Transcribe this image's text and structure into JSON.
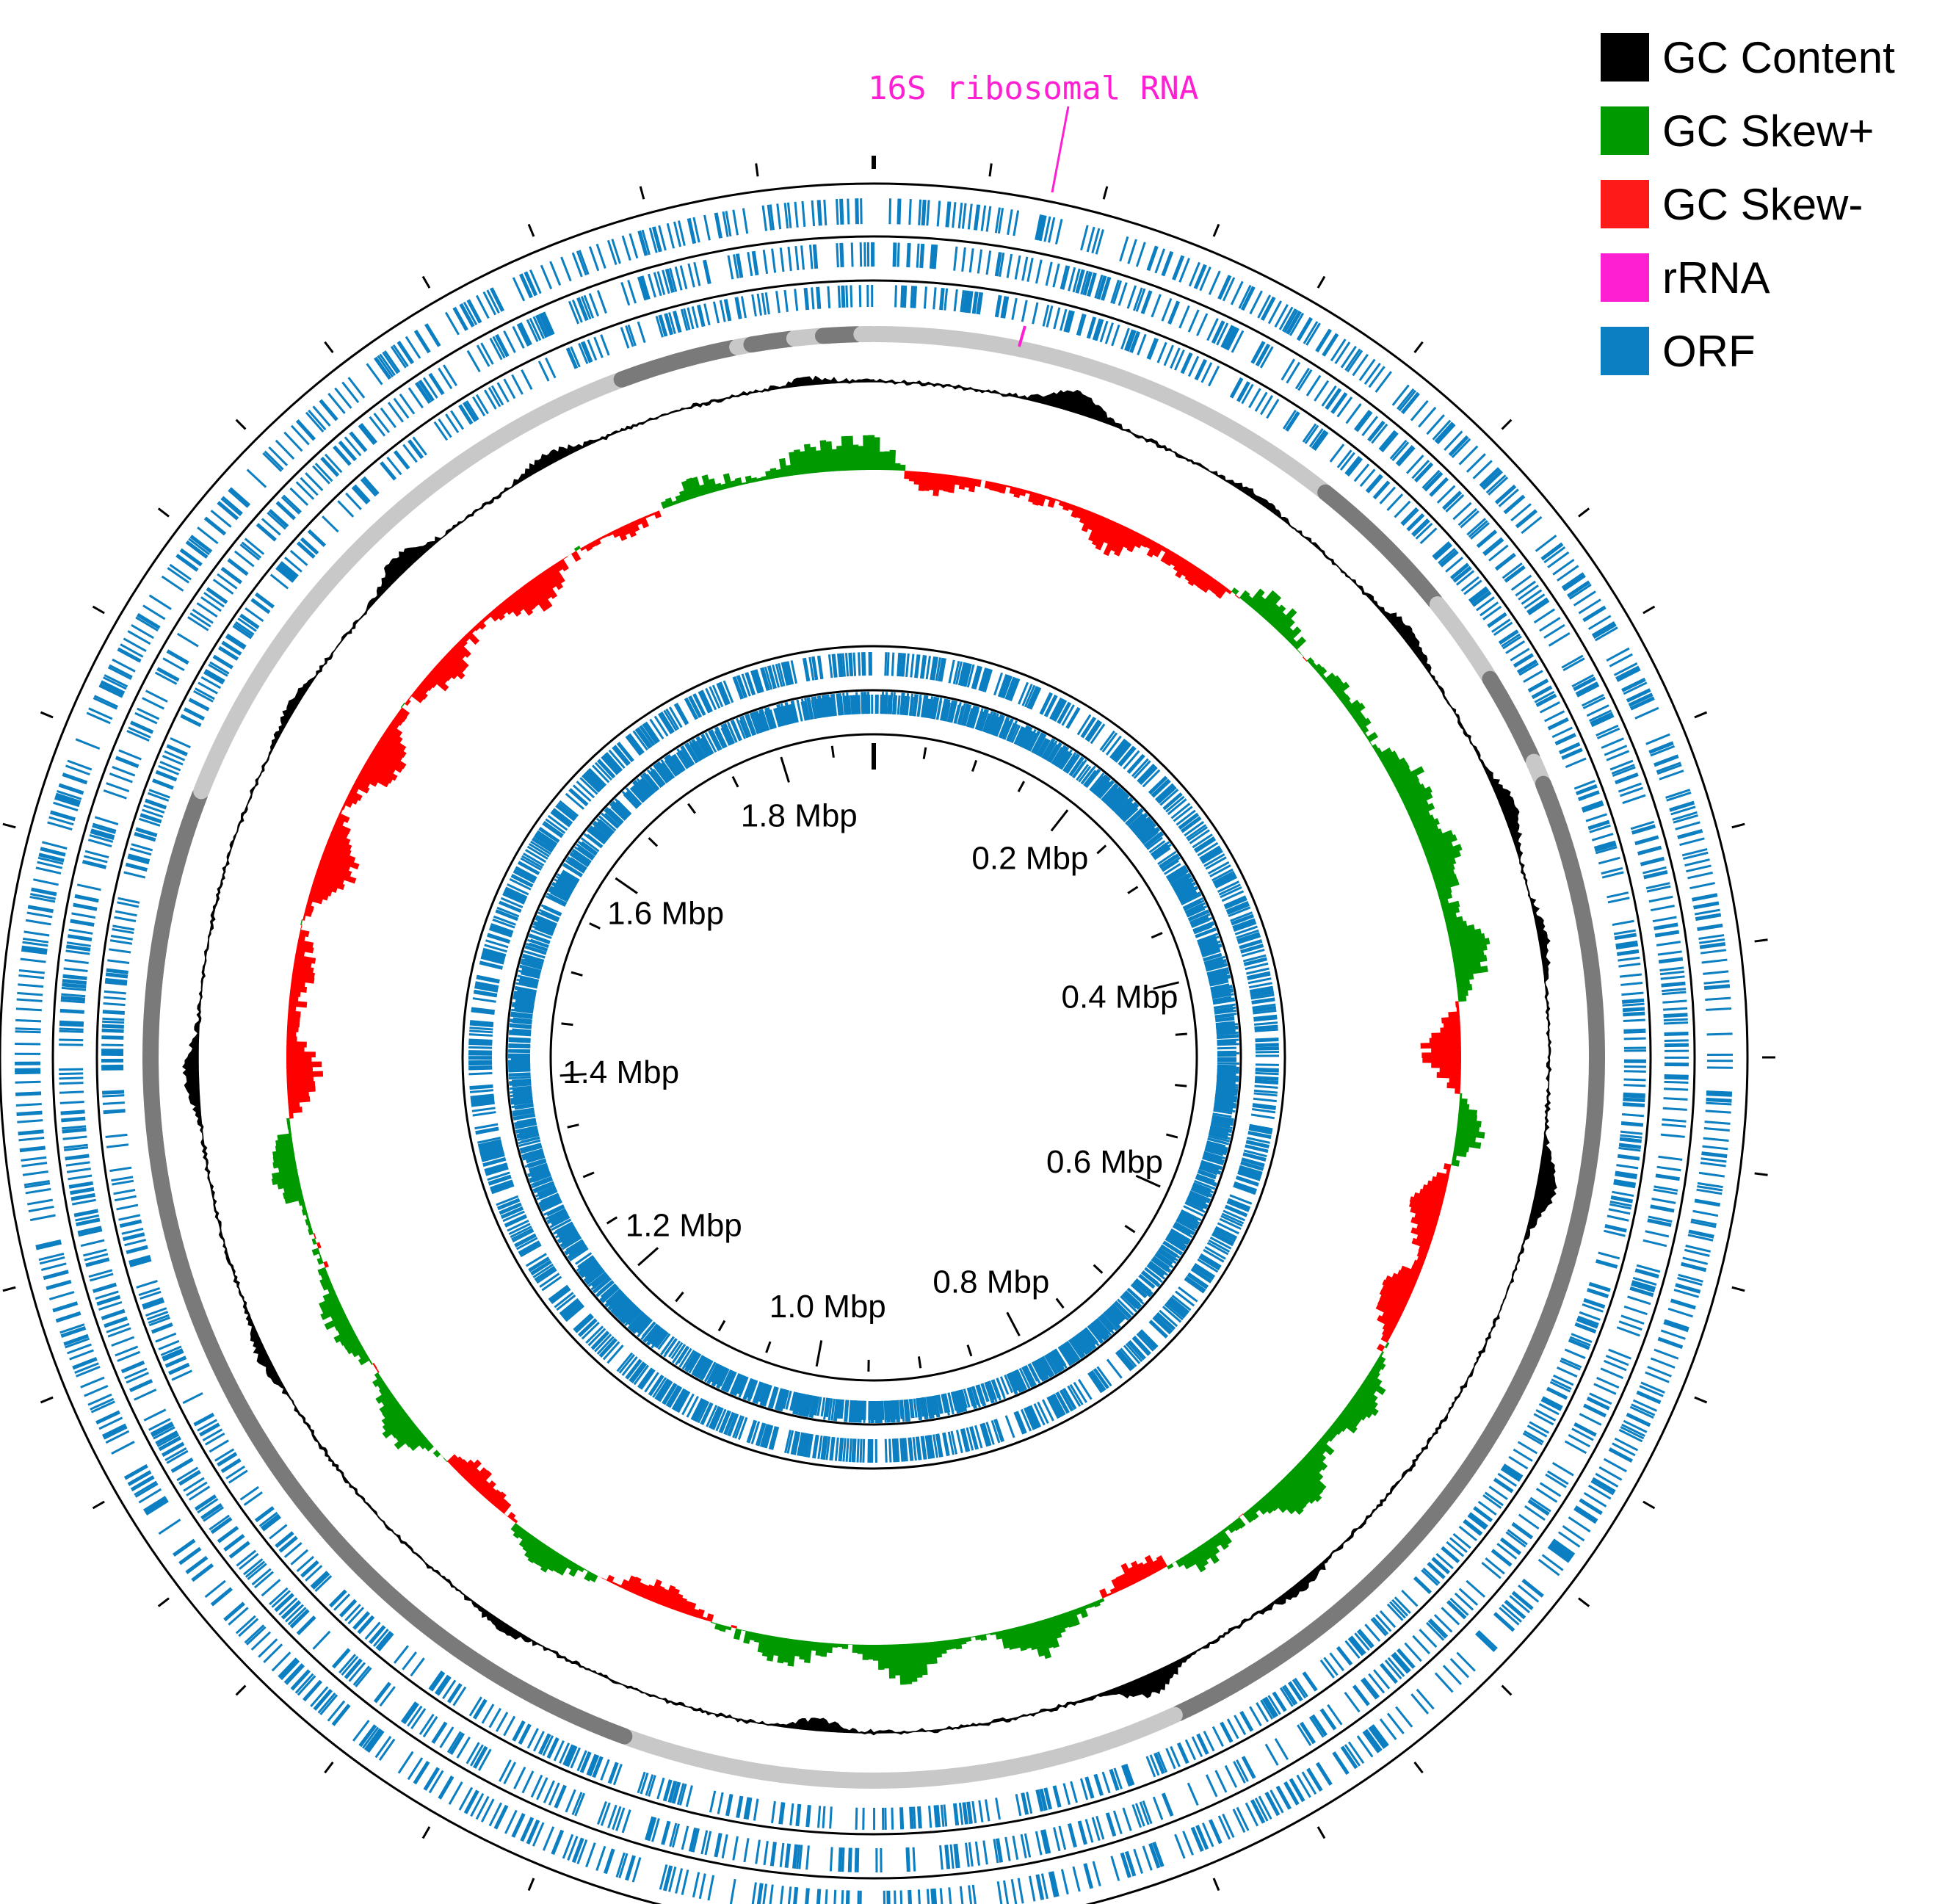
{
  "colors": {
    "gc_content": "#000000",
    "gc_skew_pos": "#009900",
    "gc_skew_neg": "#ff0000",
    "rrna": "#ff1fd2",
    "orf": "#0b7fc1",
    "contig_light": "#c8c8c8",
    "contig_dark": "#7a7a7a"
  },
  "legend": [
    {
      "label": "GC Content",
      "color": "#000000"
    },
    {
      "label": "GC Skew+",
      "color": "#009900"
    },
    {
      "label": "GC Skew-",
      "color": "#ff1a1a"
    },
    {
      "label": "rRNA",
      "color": "#ff1fd2"
    },
    {
      "label": "ORF",
      "color": "#0b7fc1"
    }
  ],
  "annotation": {
    "text": "16S ribosomal RNA",
    "position_mbp": 0.091
  },
  "chart_data": {
    "type": "circular-genome-map",
    "genome_length_mbp": 1.89,
    "tick_labels": [
      {
        "text": "0.2 Mbp",
        "mbp": 0.2
      },
      {
        "text": "0.4 Mbp",
        "mbp": 0.4
      },
      {
        "text": "0.6 Mbp",
        "mbp": 0.6
      },
      {
        "text": "0.8 Mbp",
        "mbp": 0.8
      },
      {
        "text": "1.0 Mbp",
        "mbp": 1.0
      },
      {
        "text": "1.2 Mbp",
        "mbp": 1.2
      },
      {
        "text": "1.4 Mbp",
        "mbp": 1.4
      },
      {
        "text": "1.6 Mbp",
        "mbp": 1.6
      },
      {
        "text": "1.8 Mbp",
        "mbp": 1.8
      }
    ],
    "contigs_mbp": [
      [
        0.0,
        0.202,
        "light"
      ],
      [
        0.202,
        0.268,
        "dark"
      ],
      [
        0.268,
        0.306,
        "light"
      ],
      [
        0.306,
        0.345,
        "dark"
      ],
      [
        0.345,
        0.355,
        "light"
      ],
      [
        0.355,
        0.815,
        "dark"
      ],
      [
        0.815,
        1.05,
        "light"
      ],
      [
        1.05,
        1.53,
        "dark"
      ],
      [
        1.53,
        1.782,
        "light"
      ],
      [
        1.782,
        1.832,
        "dark"
      ],
      [
        1.832,
        1.838,
        "light"
      ],
      [
        1.838,
        1.856,
        "dark"
      ],
      [
        1.856,
        1.868,
        "light"
      ],
      [
        1.868,
        1.884,
        "dark"
      ],
      [
        1.884,
        1.89,
        "light"
      ]
    ],
    "gc_content_peaks": [
      [
        0.09,
        1.0
      ],
      [
        0.18,
        0.3
      ],
      [
        0.27,
        0.55
      ],
      [
        0.36,
        0.7
      ],
      [
        0.42,
        0.4
      ],
      [
        0.53,
        0.9
      ],
      [
        0.74,
        0.45
      ],
      [
        0.82,
        0.95
      ],
      [
        0.97,
        -0.5
      ],
      [
        1.12,
        0.35
      ],
      [
        1.28,
        0.45
      ],
      [
        1.41,
        0.7
      ],
      [
        1.58,
        0.35
      ],
      [
        1.66,
        0.8
      ],
      [
        1.74,
        0.5
      ],
      [
        1.86,
        0.3
      ]
    ],
    "gc_skew": [
      [
        0.0,
        0.7
      ],
      [
        0.03,
        -0.6
      ],
      [
        0.08,
        -0.2
      ],
      [
        0.13,
        -0.7
      ],
      [
        0.18,
        -0.5
      ],
      [
        0.22,
        0.6
      ],
      [
        0.28,
        0.3
      ],
      [
        0.33,
        0.7
      ],
      [
        0.37,
        0.8
      ],
      [
        0.42,
        0.9
      ],
      [
        0.47,
        -0.9
      ],
      [
        0.51,
        0.6
      ],
      [
        0.55,
        -0.8
      ],
      [
        0.6,
        -0.7
      ],
      [
        0.66,
        0.7
      ],
      [
        0.71,
        1.0
      ],
      [
        0.77,
        0.5
      ],
      [
        0.8,
        -0.5
      ],
      [
        0.86,
        0.8
      ],
      [
        0.93,
        0.9
      ],
      [
        0.99,
        0.6
      ],
      [
        1.06,
        -0.5
      ],
      [
        1.12,
        0.5
      ],
      [
        1.17,
        -0.5
      ],
      [
        1.22,
        0.7
      ],
      [
        1.28,
        0.5
      ],
      [
        1.36,
        0.6
      ],
      [
        1.41,
        -0.8
      ],
      [
        1.46,
        -0.5
      ],
      [
        1.52,
        -0.9
      ],
      [
        1.58,
        -0.8
      ],
      [
        1.64,
        -0.6
      ],
      [
        1.7,
        -0.7
      ],
      [
        1.76,
        -0.2
      ],
      [
        1.8,
        0.4
      ],
      [
        1.86,
        0.6
      ]
    ]
  }
}
